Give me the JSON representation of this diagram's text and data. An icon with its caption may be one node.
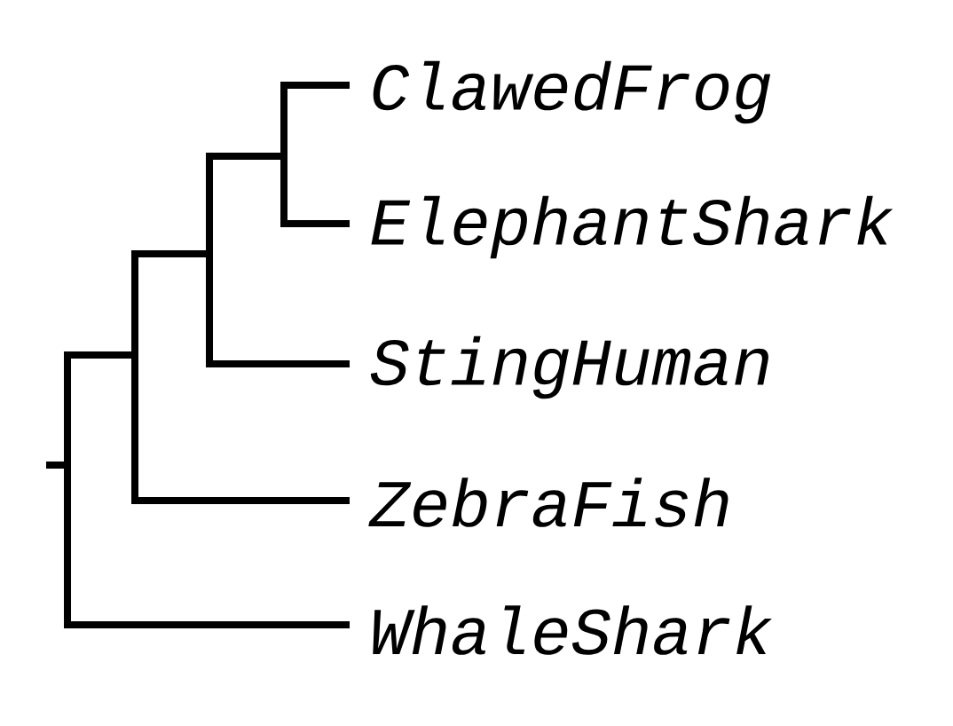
{
  "diagram": {
    "labels": [
      "ClawedFrog",
      "ElephantShark",
      "StingHuman",
      "ZebraFish",
      "WhaleShark"
    ]
  }
}
